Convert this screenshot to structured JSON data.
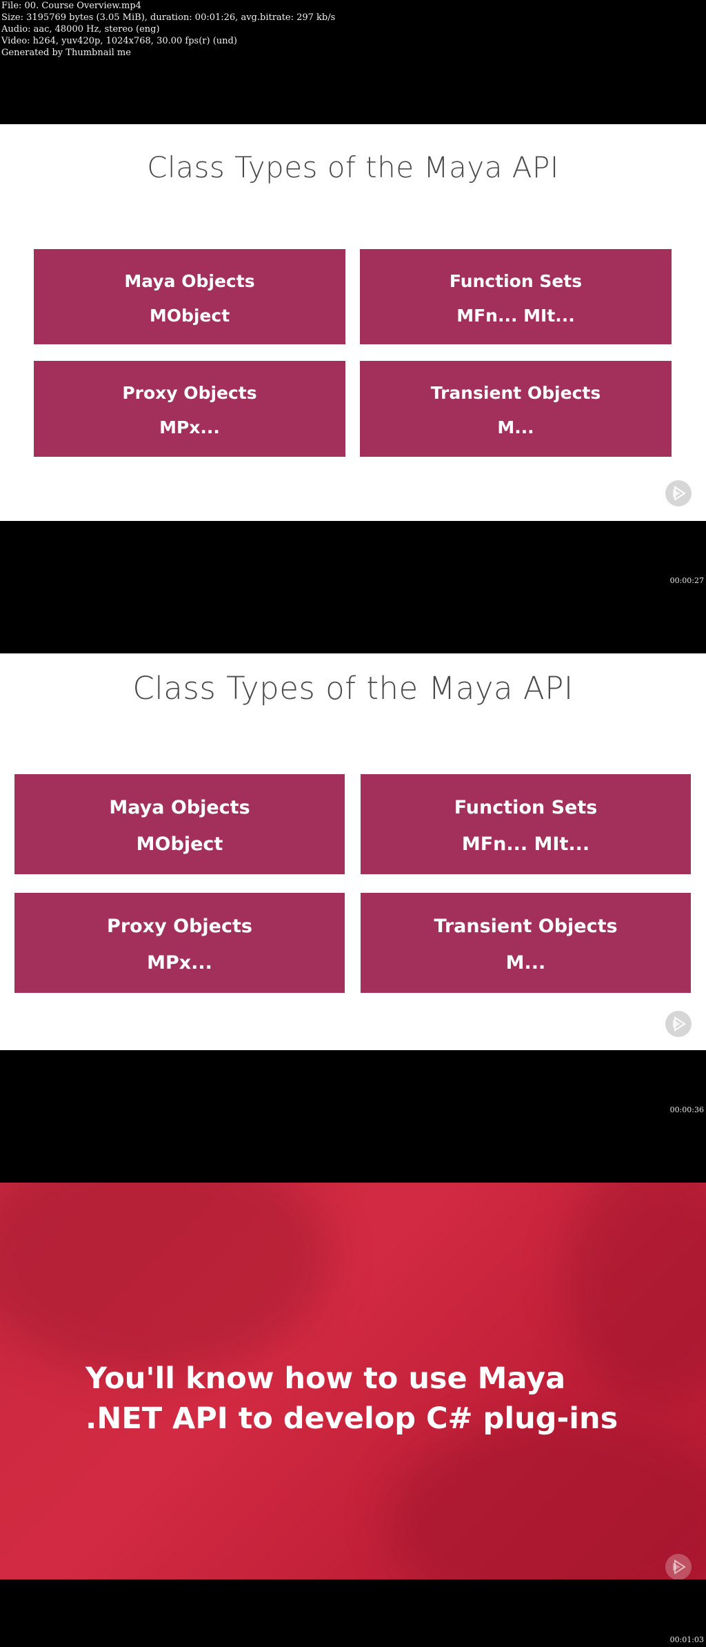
{
  "file_info": {
    "lines": [
      "File: 00. Course Overview.mp4",
      "Size: 3195769 bytes (3.05 MiB), duration: 00:01:26, avg.bitrate: 297 kb/s",
      "Audio: aac, 48000 Hz, stereo (eng)",
      "Video: h264, yuv420p, 1024x768, 30.00 fps(r) (und)",
      "Generated by Thumbnail me"
    ]
  },
  "frames": [
    {
      "title": "Class Types of the Maya API",
      "boxes": [
        {
          "line1": "Maya Objects",
          "line2": "MObject"
        },
        {
          "line1": "Function Sets",
          "line2": "MFn... MIt..."
        },
        {
          "line1": "Proxy Objects",
          "line2": "MPx..."
        },
        {
          "line1": "Transient Objects",
          "line2": "M..."
        }
      ],
      "timestamp": "00:00:27",
      "play_icon": "play-logo-icon"
    },
    {
      "title": "Class Types of the Maya API",
      "boxes": [
        {
          "line1": "Maya Objects",
          "line2": "MObject"
        },
        {
          "line1": "Function Sets",
          "line2": "MFn... MIt..."
        },
        {
          "line1": "Proxy Objects",
          "line2": "MPx..."
        },
        {
          "line1": "Transient Objects",
          "line2": "M..."
        }
      ],
      "timestamp": "00:00:36",
      "play_icon": "play-logo-icon"
    },
    {
      "headline_line1": "You'll know how to use Maya",
      "headline_line2": ".NET API to develop C# plug-ins",
      "timestamp": "00:01:03",
      "play_icon": "play-logo-icon"
    }
  ],
  "colors": {
    "box": "#a3305a",
    "slide_bg": "#ffffff",
    "title_text": "#4a4a4a",
    "red_bg": "#c8283f"
  }
}
